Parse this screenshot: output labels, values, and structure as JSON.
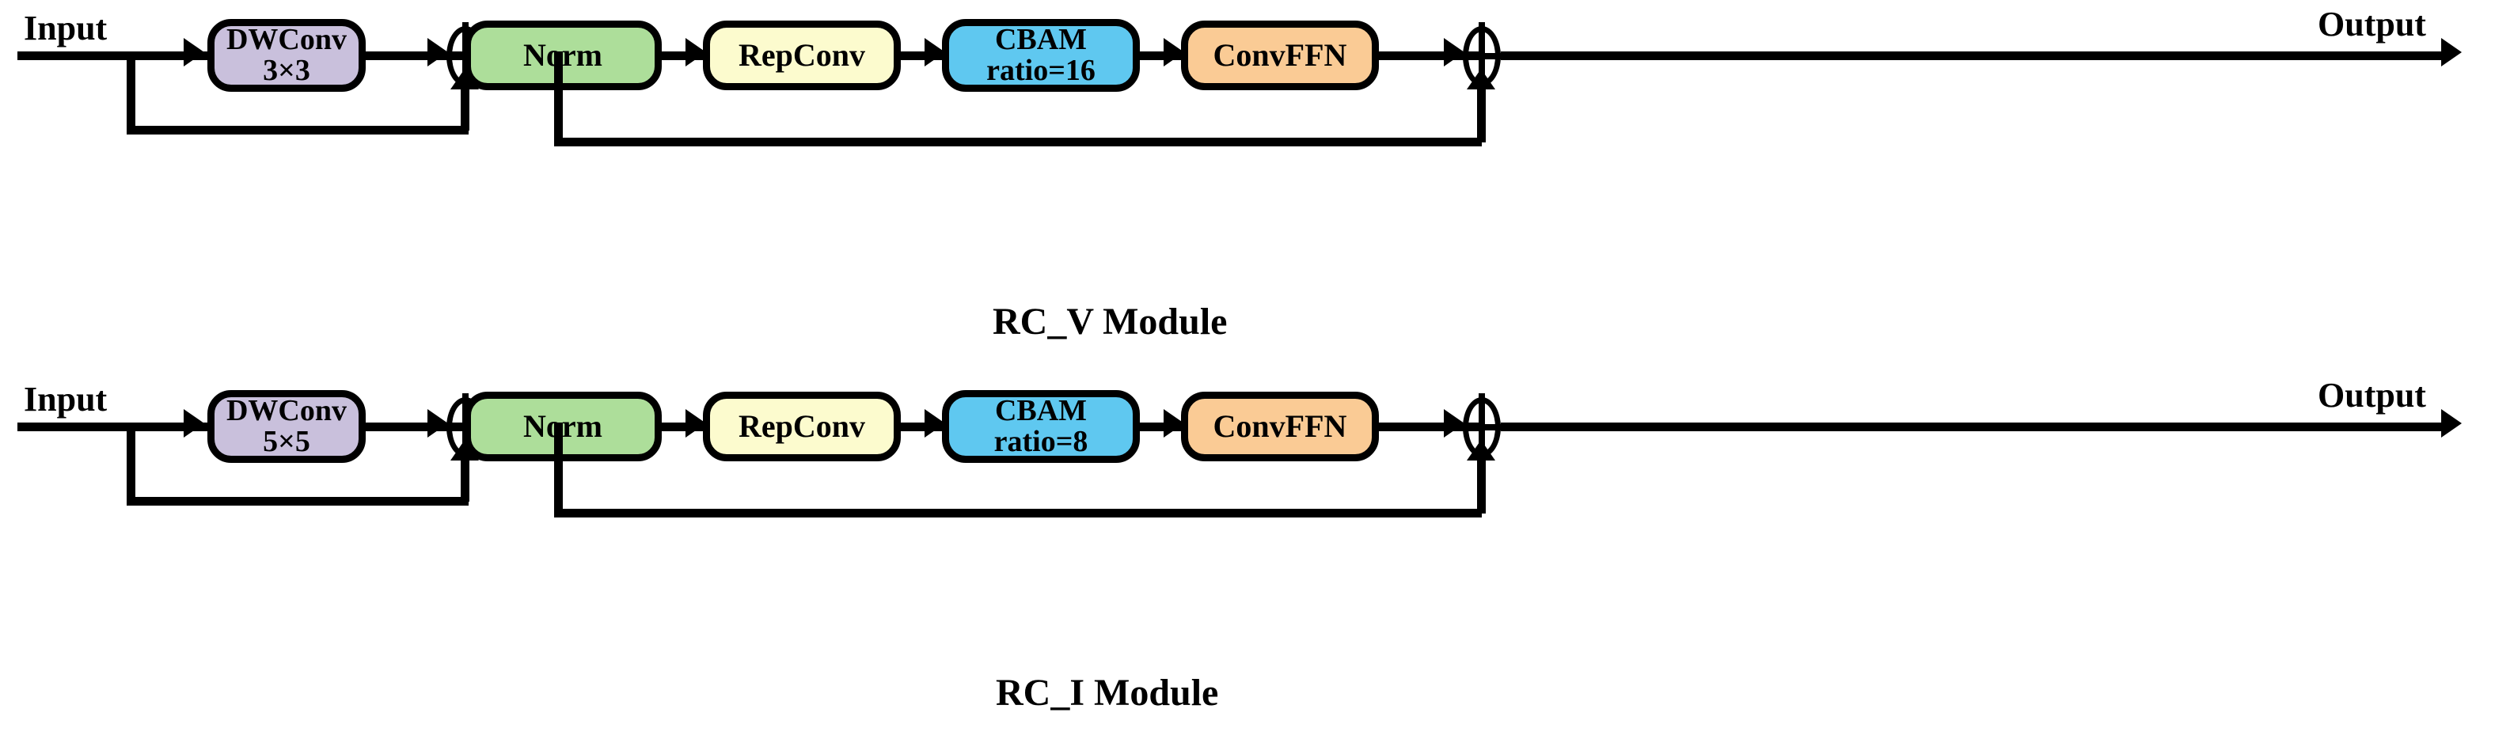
{
  "figure": {
    "type": "diagram",
    "background": "#ffffff",
    "line_color": "#000000"
  },
  "palette": {
    "dwconv": "#C9C0DC",
    "norm": "#ADDE9A",
    "repconv": "#FCFBCE",
    "cbam": "#5FC8F0",
    "convffn": "#FACB95",
    "stroke": "#000000"
  },
  "modules": [
    {
      "id": "rc_v",
      "caption": "RC_V Module",
      "input_label": "Input",
      "output_label": "Output",
      "blocks": [
        {
          "name": "dwconv",
          "line1": "DWConv",
          "line2": "3×3",
          "color": "#C9C0DC"
        },
        {
          "name": "norm",
          "line1": "Norm",
          "line2": "",
          "color": "#ADDE9A"
        },
        {
          "name": "repconv",
          "line1": "RepConv",
          "line2": "",
          "color": "#FCFBCE"
        },
        {
          "name": "cbam",
          "line1": "CBAM",
          "line2": "ratio=16",
          "color": "#5FC8F0"
        },
        {
          "name": "convffn",
          "line1": "ConvFFN",
          "line2": "",
          "color": "#FACB95"
        }
      ],
      "operators": [
        {
          "name": "add-1",
          "symbol": "⊕"
        },
        {
          "name": "add-2",
          "symbol": "⊕"
        }
      ]
    },
    {
      "id": "rc_i",
      "caption": "RC_I Module",
      "input_label": "Input",
      "output_label": "Output",
      "blocks": [
        {
          "name": "dwconv",
          "line1": "DWConv",
          "line2": "5×5",
          "color": "#C9C0DC"
        },
        {
          "name": "norm",
          "line1": "Norm",
          "line2": "",
          "color": "#ADDE9A"
        },
        {
          "name": "repconv",
          "line1": "RepConv",
          "line2": "",
          "color": "#FCFBCE"
        },
        {
          "name": "cbam",
          "line1": "CBAM",
          "line2": "ratio=8",
          "color": "#5FC8F0"
        },
        {
          "name": "convffn",
          "line1": "ConvFFN",
          "line2": "",
          "color": "#FACB95"
        }
      ],
      "operators": [
        {
          "name": "add-1",
          "symbol": "⊕"
        },
        {
          "name": "add-2",
          "symbol": "⊕"
        }
      ]
    }
  ]
}
